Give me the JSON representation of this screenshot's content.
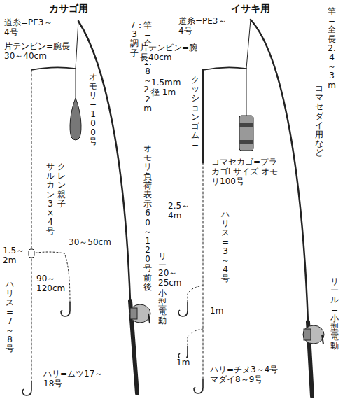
{
  "diagram": {
    "labels": [
      "カサゴ用",
      "道糸=PE3～4号",
      "片テンビン=腕長30～40cm",
      "竿=全長1.8～2.2m",
      "7：3調子",
      "オモリ負荷表示60～120号前後",
      "オモリ=100号",
      "クレン親子",
      "サルカン3×4号",
      "1.5～2m",
      "30～50cm",
      "90～120cm",
      "ハリス=7～8号",
      "ハリ=ムツ17～18号",
      "リール=小型電動",
      "イサキ用",
      "道糸=PE3～4号",
      "竿=全長2.4～3m",
      "コマセダイ用など",
      "片テンビン=腕長40cm",
      "1.5mm径 1m",
      "クッションゴム=",
      "コマセカゴ=プラカゴLサイズ オモリ100号",
      "2.5～4m",
      "ハリス=3～4号",
      "20～25cm",
      "1m",
      "1m",
      "リール=小型電動",
      "ハリ=チヌ3～4号 マダイ8～9号"
    ]
  }
}
